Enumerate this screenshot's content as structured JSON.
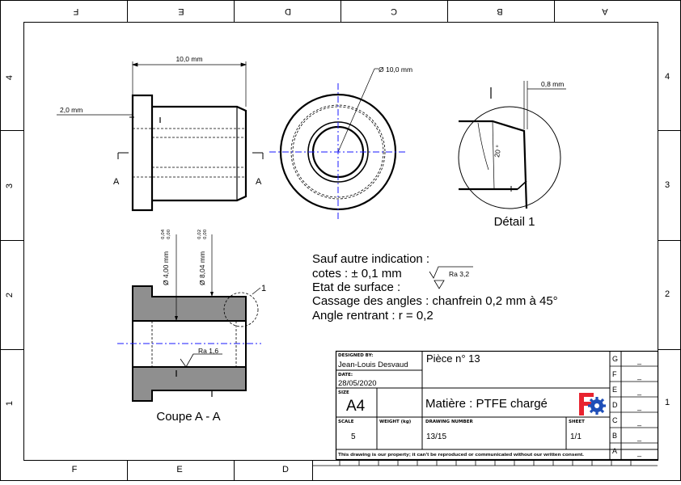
{
  "border": {
    "top_columns": [
      "F",
      "E",
      "D",
      "C",
      "B",
      "A"
    ],
    "bottom_columns": [
      "F",
      "E",
      "D"
    ],
    "left_rows": [
      "4",
      "3",
      "2",
      "1"
    ],
    "right_rows": [
      "4",
      "3",
      "2",
      "1"
    ]
  },
  "front_view": {
    "length_dim": "10,0 mm",
    "flange_dim": "2,0 mm",
    "section_marker_left": "A",
    "section_marker_right": "A"
  },
  "end_view": {
    "diameter_dim": "Ø 10,0 mm"
  },
  "detail": {
    "chamfer_dim": "0,8 mm",
    "angle_dim": "20 °",
    "caption": "Détail 1"
  },
  "section_view": {
    "bore_dim": "Ø 4,00 mm",
    "bore_tol_upper": "0,04",
    "bore_tol_lower": "0,00",
    "outer_dim": "Ø 8,04 mm",
    "outer_tol_upper": "0,02",
    "outer_tol_lower": "0,00",
    "detail_ref": "1",
    "roughness": "Ra 1,6",
    "caption": "Coupe A - A"
  },
  "general_notes": {
    "line1": "Sauf autre indication :",
    "line2": "cotes : ± 0,1 mm",
    "line2_symbol": "Ra 3,2",
    "line3": "Etat de surface :",
    "line4": "Cassage des angles : chanfrein 0,2 mm à 45°",
    "line5": "Angle rentrant : r = 0,2"
  },
  "title_block": {
    "designed_by_label": "DESIGNED BY:",
    "designed_by": "Jean-Louis Desvaud",
    "date_label": "DATE:",
    "date": "28/05/2020",
    "title": "Pièce n° 13",
    "size_label": "SIZE",
    "size": "A4",
    "material": "Matière : PTFE chargé",
    "scale_label": "SCALE",
    "scale": "5",
    "weight_label": "WEIGHT (kg)",
    "drawing_number_label": "DRAWING NUMBER",
    "drawing_number": "13/15",
    "sheet_label": "SHEET",
    "sheet": "1/1",
    "disclaimer": "This drawing is our property; it can't be reproduced or communicated without our written consent.",
    "revisions": [
      {
        "letter": "G",
        "value": "_"
      },
      {
        "letter": "F",
        "value": "_"
      },
      {
        "letter": "E",
        "value": "_"
      },
      {
        "letter": "D",
        "value": "_"
      },
      {
        "letter": "C",
        "value": "_"
      },
      {
        "letter": "B",
        "value": "_"
      },
      {
        "letter": "A",
        "value": "_"
      }
    ]
  },
  "colors": {
    "line": "#000000",
    "hatch_fill": "#8f8f8f",
    "centerline": "#1a1aff",
    "logo_red": "#e8232f",
    "logo_blue": "#1f4fb8"
  }
}
